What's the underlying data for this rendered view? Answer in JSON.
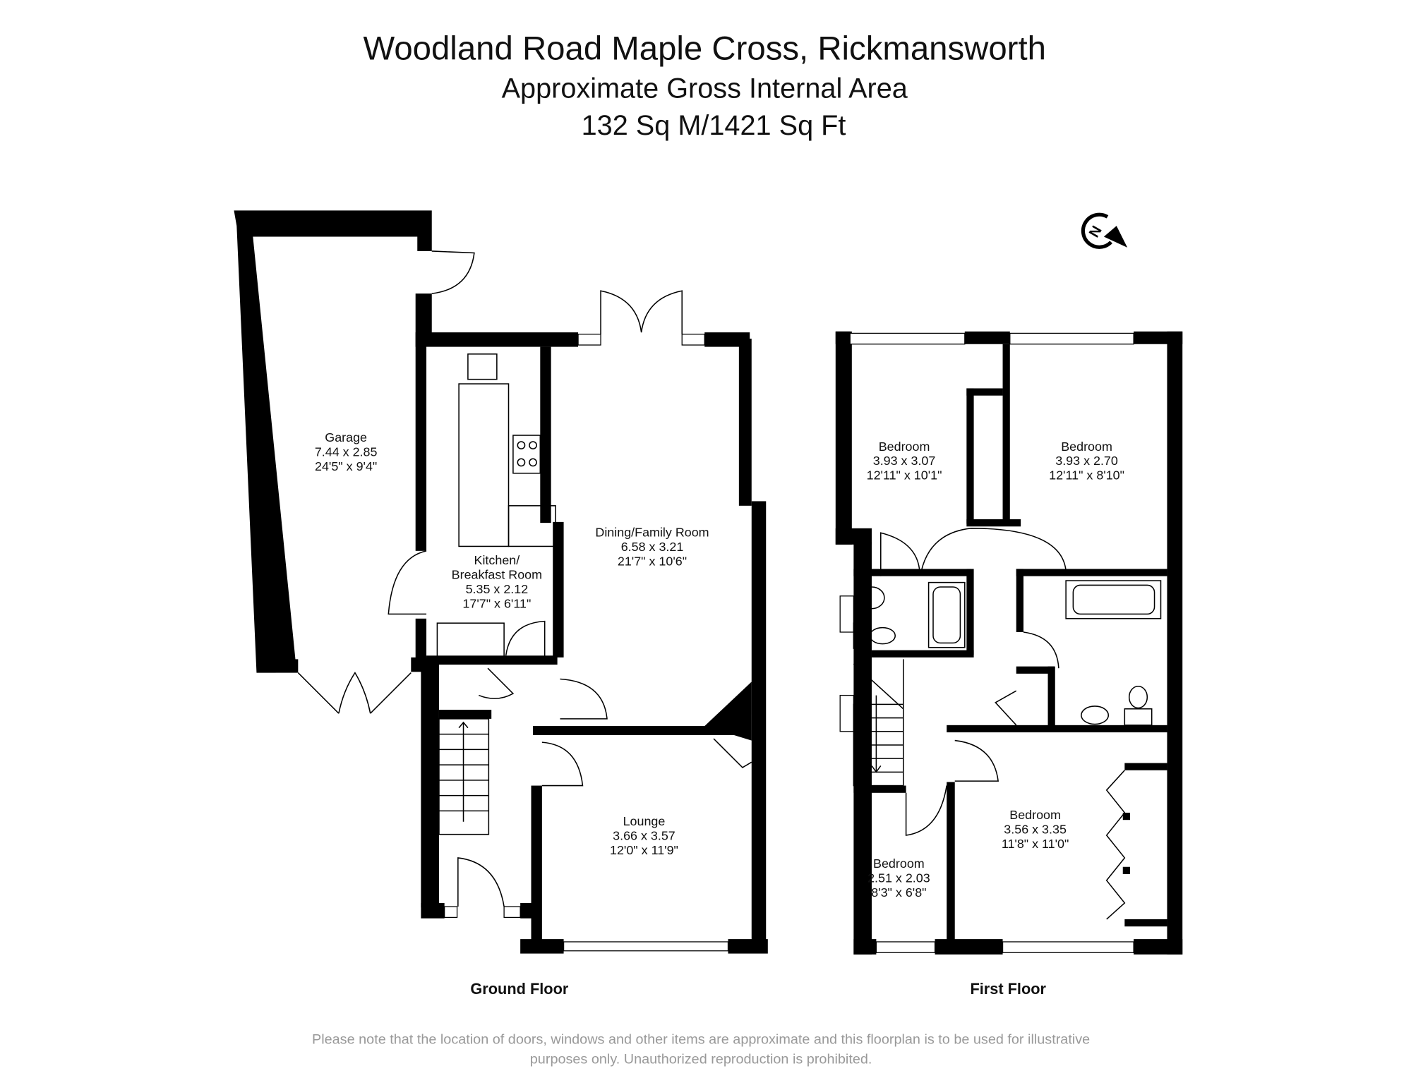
{
  "header": {
    "title": "Woodland Road Maple Cross, Rickmansworth",
    "subtitle": "Approximate Gross Internal Area",
    "area": "132 Sq M/1421 Sq Ft"
  },
  "compass": {
    "label": "N",
    "icon": "north-arrow-icon"
  },
  "ground_floor": {
    "label": "Ground Floor",
    "rooms": [
      {
        "name": "Garage",
        "metric": "7.44 x 2.85",
        "imperial": "24'5\" x 9'4\""
      },
      {
        "name": "Kitchen/",
        "name2": "Breakfast Room",
        "metric": "5.35 x 2.12",
        "imperial": "17'7\" x 6'11\""
      },
      {
        "name": "Dining/Family Room",
        "metric": "6.58 x 3.21",
        "imperial": "21'7\" x 10'6\""
      },
      {
        "name": "Lounge",
        "metric": "3.66 x 3.57",
        "imperial": "12'0\" x 11'9\""
      }
    ]
  },
  "first_floor": {
    "label": "First Floor",
    "rooms": [
      {
        "name": "Bedroom",
        "metric": "3.93 x 3.07",
        "imperial": "12'11\" x 10'1\""
      },
      {
        "name": "Bedroom",
        "metric": "3.93 x 2.70",
        "imperial": "12'11\" x 8'10\""
      },
      {
        "name": "Bedroom",
        "metric": "3.56 x 3.35",
        "imperial": "11'8\" x 11'0\""
      },
      {
        "name": "Bedroom",
        "metric": "2.51 x 2.03",
        "imperial": "8'3\" x 6'8\""
      }
    ]
  },
  "disclaimer": {
    "line1": "Please note that the location of doors, windows and other items are approximate and this floorplan is to be used for illustrative",
    "line2": "purposes only. Unauthorized reproduction is prohibited."
  }
}
